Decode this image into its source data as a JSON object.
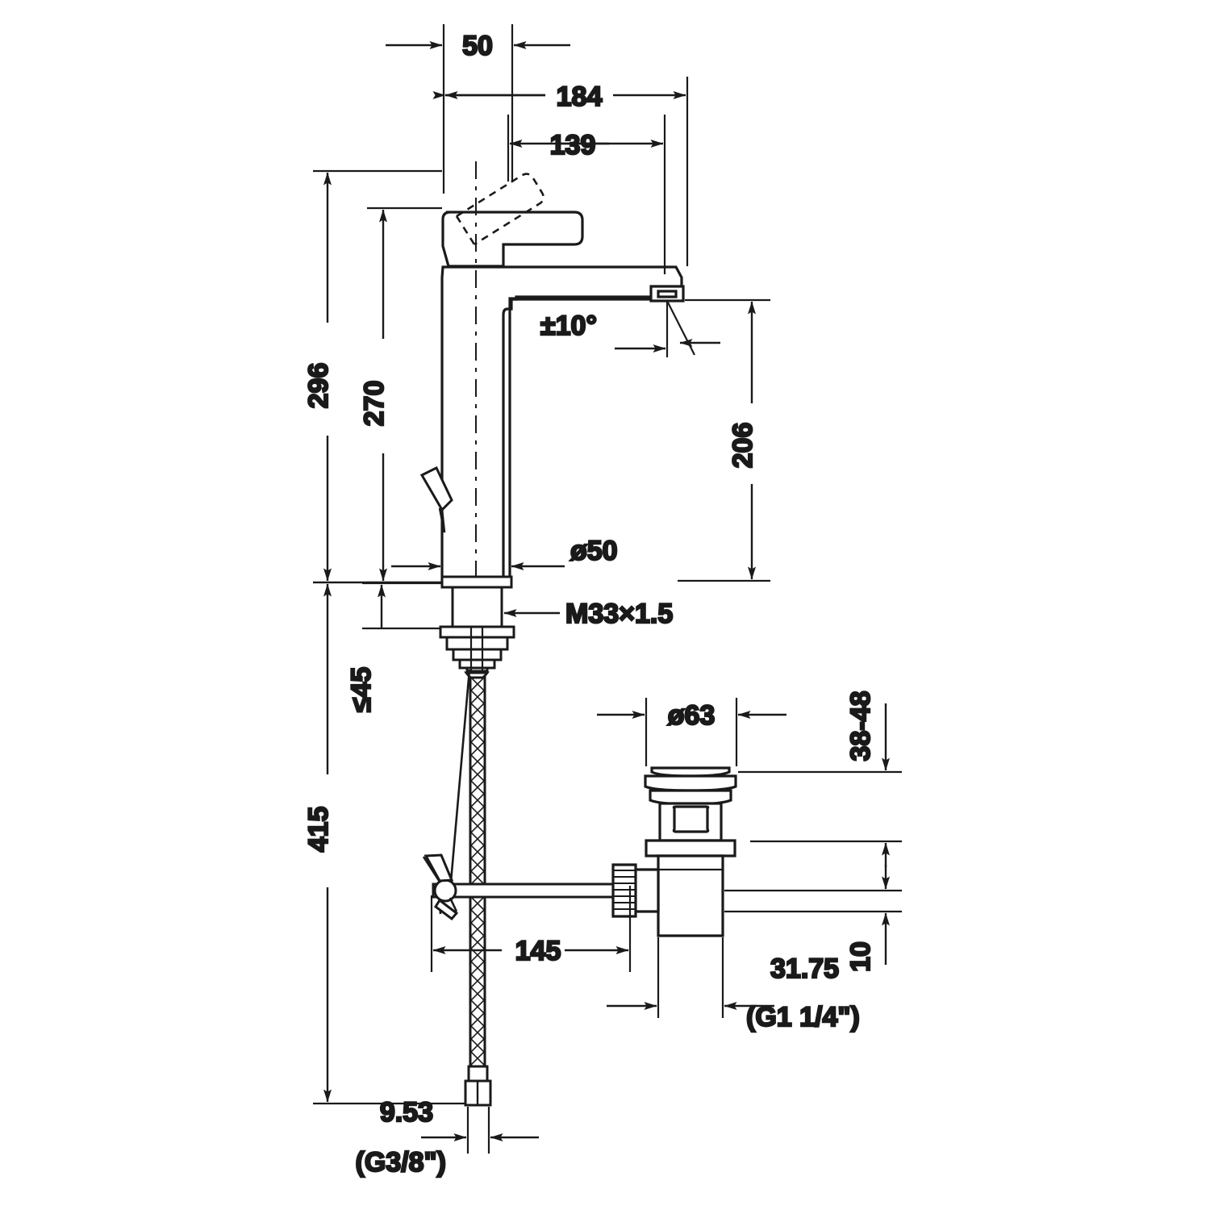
{
  "drawing": {
    "title": "Single-lever basin mixer technical dimension drawing",
    "units": "mm",
    "line_color": "#1a1a1a",
    "background": "#ffffff"
  },
  "dimensions": {
    "spout_offset_50": "50",
    "overall_reach_184": "184",
    "spout_reach_139": "139",
    "total_height_296": "296",
    "body_height_270": "270",
    "spout_height_206": "206",
    "swivel_angle": "±10°",
    "column_diameter": "ø50",
    "thread_spec": "M33×1.5",
    "max_deck_thickness": "≤45",
    "hose_length_415": "415",
    "rod_length_145": "145",
    "drain_flange_diameter": "ø63",
    "drain_range_38_48": "38-48",
    "drain_height_10": "10",
    "drain_thread_metric": "31.75",
    "drain_thread_inch": "(G1 1/4\")",
    "hose_thread_metric": "9.53",
    "hose_thread_inch": "(G3/8\")"
  }
}
